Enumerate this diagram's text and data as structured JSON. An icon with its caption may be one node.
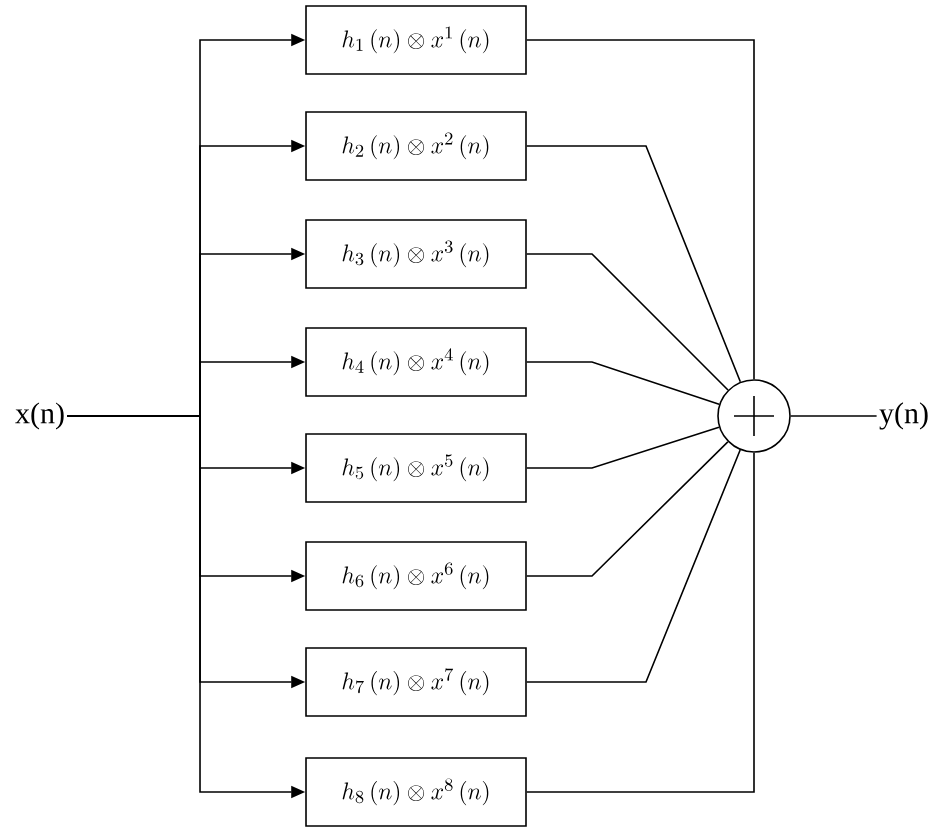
{
  "diagram": {
    "nodes": [
      {
        "text": [
          "x(n)"
        ]
      },
      {
        "text": [
          "h_{1}\\left(n\\right)\\otimes x^{1}\\left(n\\right)"
        ]
      },
      {
        "text": [
          "h_{2}\\left(n\\right)\\otimes x^{2}\\left(n\\right)"
        ]
      },
      {
        "text": [
          "h_{3}\\left(n\\right)\\otimes x^{3}\\left(n\\right)"
        ]
      },
      {
        "text": [
          "h_{4}\\left(n\\right)\\otimes x^{4}\\left(n\\right)"
        ]
      },
      {
        "text": [
          "h_{5}\\left(n\\right)\\otimes x^{5}\\left(n\\right)"
        ]
      },
      {
        "text": [
          "h_{6}\\left(n\\right)\\otimes x^{6}\\left(n\\right)"
        ]
      },
      {
        "text": [
          "h_{7}\\left(n\\right)\\otimes x^{7}\\left(n\\right)"
        ]
      },
      {
        "text": [
          "h_{8}\\left(n\\right)\\otimes x^{8}\\left(n\\right)"
        ]
      },
      {
        "text": [],
        "shape": "circle"
      },
      {
        "text": [
          "y(n)"
        ]
      }
    ],
    "edges": [
      {
        "from": 0,
        "to": 1,
        "arrow": "to"
      },
      {
        "from": 0,
        "to": 2,
        "arrow": "to"
      },
      {
        "from": 0,
        "to": 3,
        "arrow": "to"
      },
      {
        "from": 0,
        "to": 4,
        "arrow": "to"
      },
      {
        "from": 0,
        "to": 5,
        "arrow": "to"
      },
      {
        "from": 0,
        "to": 6,
        "arrow": "to"
      },
      {
        "from": 0,
        "to": 7,
        "arrow": "to"
      },
      {
        "from": 0,
        "to": 8,
        "arrow": "to"
      },
      {
        "from": 1,
        "to": 9,
        "arrow": "none"
      },
      {
        "from": 2,
        "to": 9,
        "arrow": "none"
      },
      {
        "from": 3,
        "to": 9,
        "arrow": "none"
      },
      {
        "from": 4,
        "to": 9,
        "arrow": "none"
      },
      {
        "from": 5,
        "to": 9,
        "arrow": "none"
      },
      {
        "from": 6,
        "to": 9,
        "arrow": "none"
      },
      {
        "from": 7,
        "to": 9,
        "arrow": "none"
      },
      {
        "from": 8,
        "to": 9,
        "arrow": "none"
      },
      {
        "from": 9,
        "to": 10,
        "arrow": "none"
      }
    ]
  }
}
